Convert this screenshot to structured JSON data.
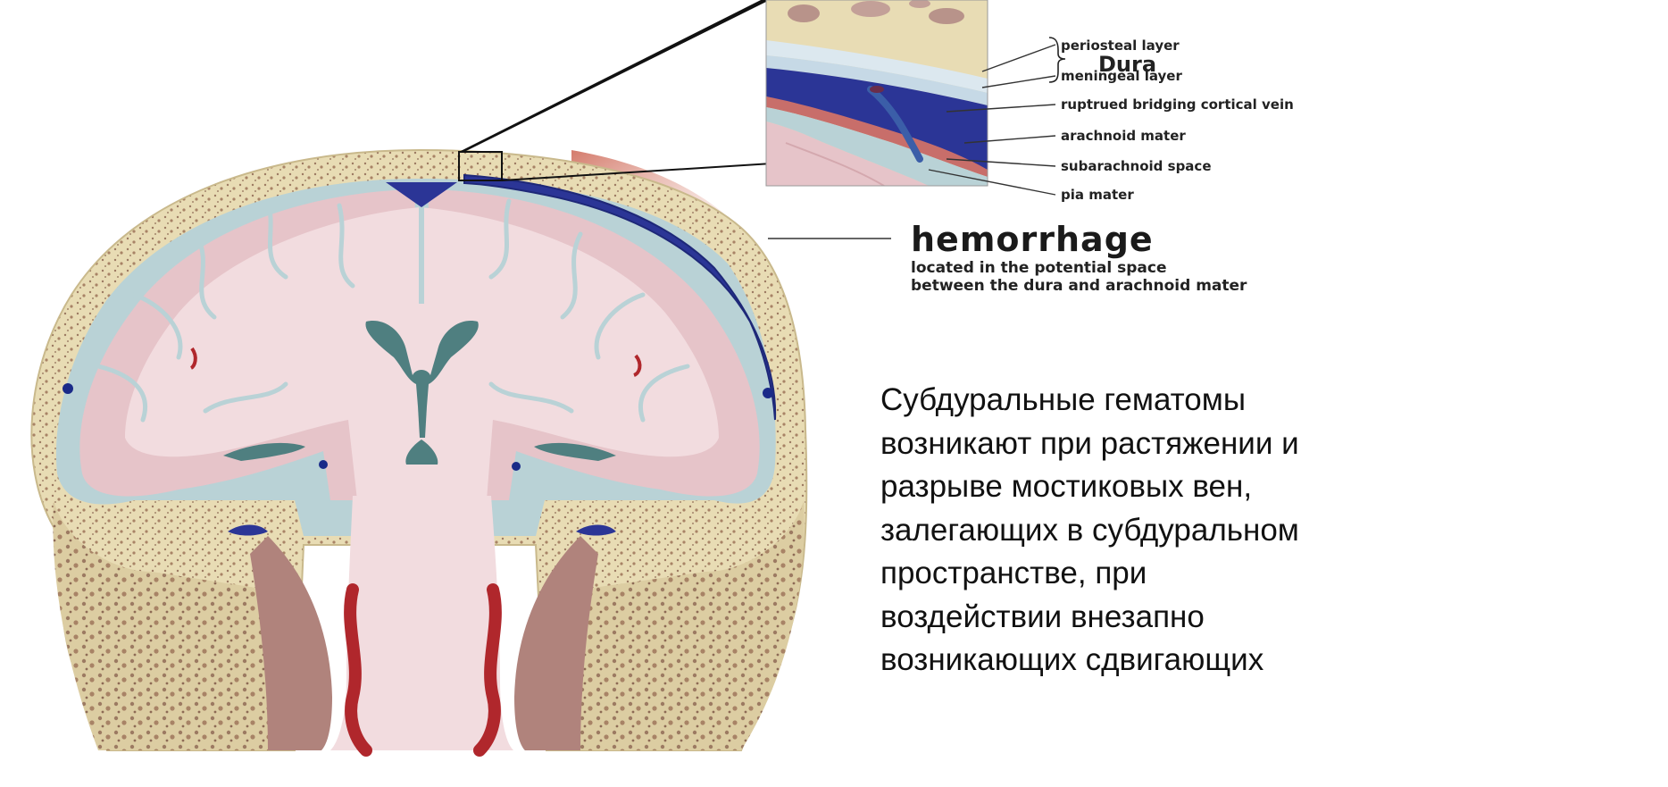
{
  "labels": {
    "periosteal": "periosteal layer",
    "meningeal": "meningeal layer",
    "dura": "Dura",
    "vein": "ruptrued bridging cortical vein",
    "arachnoid": "arachnoid mater",
    "subarachnoid": "subarachnoid space",
    "pia": "pia mater"
  },
  "hemorrhage": {
    "title": "hemorrhage",
    "line1": "located in the potential space",
    "line2": "between the dura and arachnoid mater"
  },
  "description": {
    "lines": [
      "Субдуральные гематомы",
      "возникают при растяжении и",
      "разрыве мостиковых вен,",
      "залегающих в субдуральном",
      "пространстве, при",
      "воздействии внезапно",
      "возникающих сдвигающих"
    ]
  },
  "colors": {
    "bone": "#e8dcb4",
    "bone_pores": "#9c7a62",
    "brain": "#f2dcdf",
    "brain_gray": "#e6c4c9",
    "csf": "#b9d2d6",
    "hematoma": "#2b3596",
    "ventricle": "#4f7f80",
    "artery": "#b0272c",
    "muscle": "#b0837c"
  }
}
